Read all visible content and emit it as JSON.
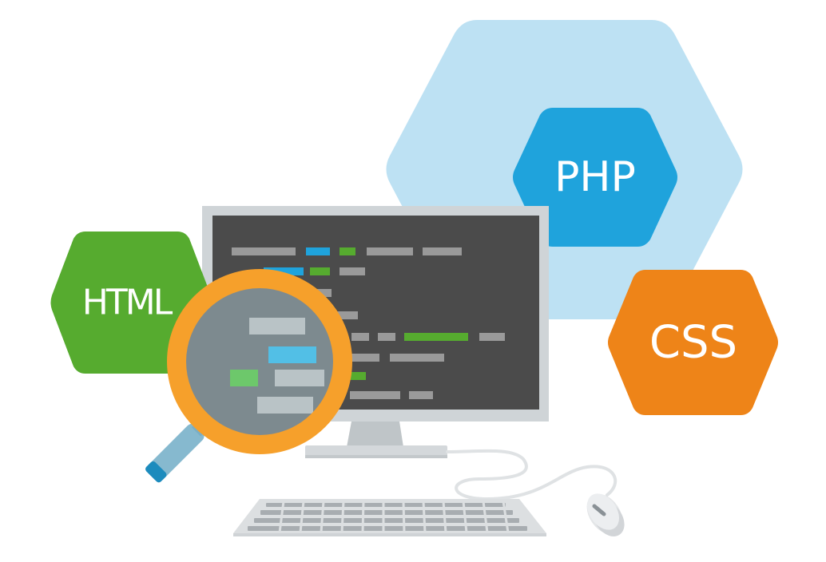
{
  "badges": {
    "php": {
      "label": "PHP",
      "color": "#1fa3dc"
    },
    "html": {
      "label": "HTML",
      "color": "#56ab2f"
    },
    "css": {
      "label": "CSS",
      "color": "#ee8418"
    }
  },
  "colors": {
    "backdrop_hex": "#bde1f3",
    "monitor_frame": "#cfd4d7",
    "screen": "#4b4b4b",
    "code_gray": "#9a9a9a",
    "code_blue": "#1fa3dc",
    "code_green": "#56ab2f",
    "magnifier_ring": "#f6a02b",
    "magnifier_handle": "#86b9cf",
    "keyboard": "#dcdfe1",
    "mouse": "#e4e6e8"
  },
  "icons": [
    "monitor-icon",
    "magnifying-glass-icon",
    "keyboard-icon",
    "mouse-icon"
  ]
}
